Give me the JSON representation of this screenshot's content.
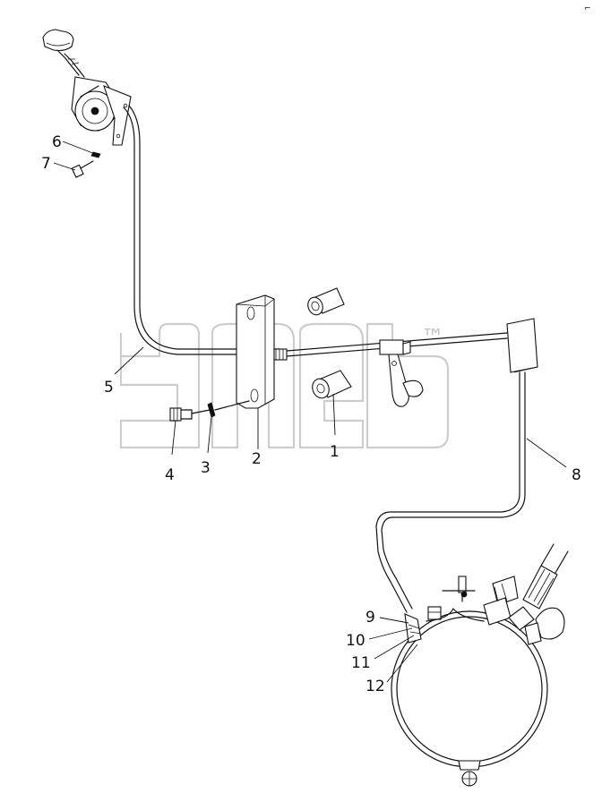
{
  "callouts": [
    {
      "id": "1",
      "label": "1"
    },
    {
      "id": "2",
      "label": "2"
    },
    {
      "id": "3",
      "label": "3"
    },
    {
      "id": "4",
      "label": "4"
    },
    {
      "id": "5",
      "label": "5"
    },
    {
      "id": "6",
      "label": "6"
    },
    {
      "id": "7",
      "label": "7"
    },
    {
      "id": "8",
      "label": "8"
    },
    {
      "id": "9",
      "label": "9"
    },
    {
      "id": "10",
      "label": "10"
    },
    {
      "id": "11",
      "label": "11"
    },
    {
      "id": "12",
      "label": "12"
    }
  ],
  "watermark": {
    "tm": "™"
  },
  "corner_mark": "⌐"
}
